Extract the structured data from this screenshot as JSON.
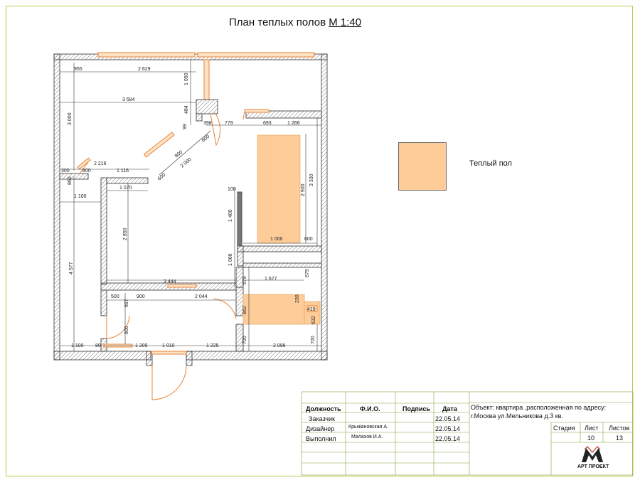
{
  "title": {
    "text": "План теплых полов",
    "scale": "М 1:40"
  },
  "legend": {
    "label": "Теплый пол",
    "color": "#fdcc98"
  },
  "dimensions": [
    "955",
    "2 629",
    "1 050",
    "3 584",
    "484",
    "99",
    "398",
    "779",
    "693",
    "1 266",
    "3 000",
    "600",
    "800",
    "2 000",
    "600",
    "800",
    "300",
    "2 216",
    "1 116",
    "860",
    "1 070",
    "1 100",
    "100",
    "2 900",
    "3 330",
    "1 400",
    "2 850",
    "1 000",
    "600",
    "4 577",
    "1 066",
    "3 444",
    "1 677",
    "679",
    "679",
    "500",
    "900",
    "2 044",
    "230",
    "697",
    "862",
    "419",
    "632",
    "800",
    "1 100",
    "80",
    "1 209",
    "1 010",
    "1 225",
    "700",
    "2 096",
    "700"
  ],
  "title_block": {
    "headers": [
      "Должность",
      "Ф.И.О.",
      "Подпись",
      "Дата"
    ],
    "rows": [
      {
        "role": "Заказчик",
        "name": "",
        "sign": "",
        "date": "22.05.14"
      },
      {
        "role": "Дизайнер",
        "name": "Крыжановская А.",
        "sign": "",
        "date": "22.05.14"
      },
      {
        "role": "Выполнил",
        "name": "Малахов И.А.",
        "sign": "",
        "date": "22.05.14"
      }
    ],
    "object_line1": "Объект: квартира ,расположенная по адресу:",
    "object_line2": "г.Москва ул.Мельникова д.3 кв.",
    "sheet_headers": [
      "Стадия",
      "Лист",
      "Листов"
    ],
    "sheet_values": [
      "",
      "10",
      "13"
    ],
    "company": "АРТ ПРОЕКТ"
  }
}
